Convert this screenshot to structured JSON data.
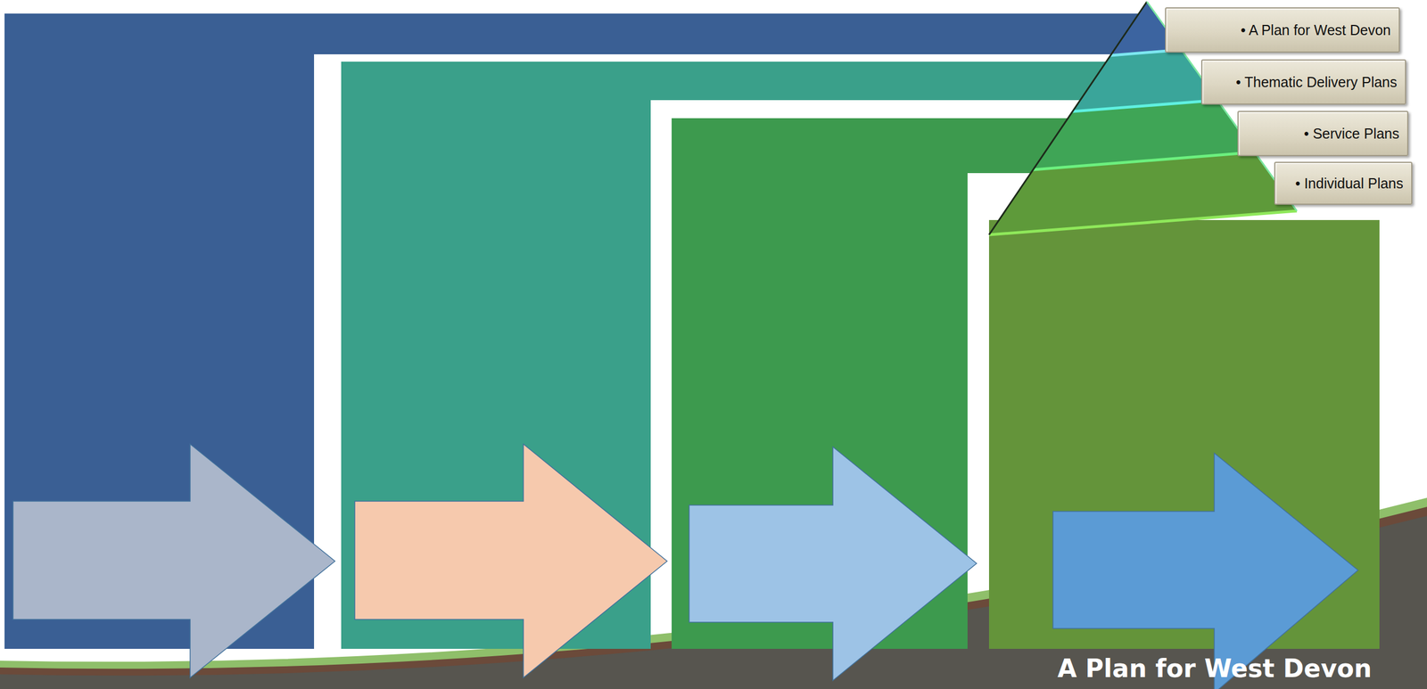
{
  "diagram": {
    "nodes": [
      {
        "text": [
          "• A Plan for West Devon"
        ]
      },
      {
        "text": [
          "• Thematic Delivery Plans"
        ]
      },
      {
        "text": [
          "• Service Plans"
        ]
      },
      {
        "text": [
          "• Individual Plans"
        ]
      }
    ],
    "labels": [
      "A Plan for West Devon"
    ]
  }
}
